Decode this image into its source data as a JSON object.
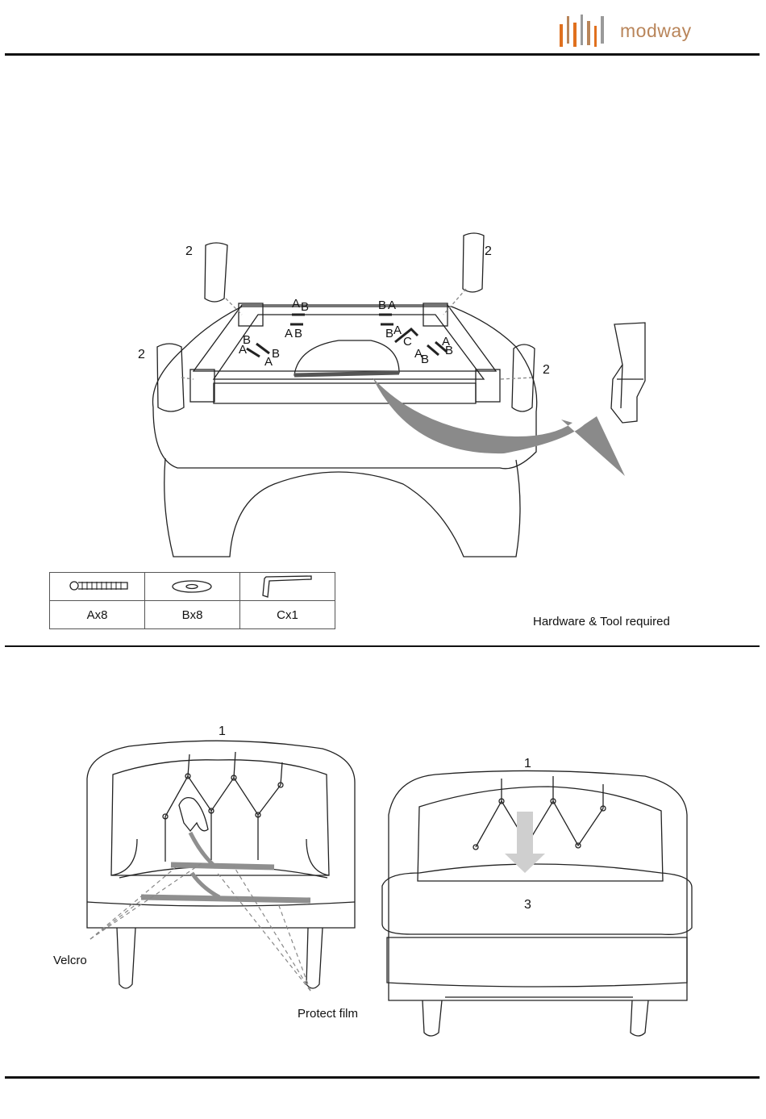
{
  "header": {
    "brand": "modway",
    "brand_color": "#b9855a",
    "logo_bar_colors": [
      "#e0701e",
      "#b9855a",
      "#9a9a9a"
    ]
  },
  "step1": {
    "leg_callouts": [
      "2",
      "2",
      "2",
      "2"
    ],
    "hardware_letters": {
      "top_left": [
        "A",
        "B",
        "A",
        "B"
      ],
      "top_right": [
        "B",
        "A",
        "B",
        "A"
      ],
      "left": [
        "B",
        "A",
        "A",
        "B"
      ],
      "right": [
        "A",
        "B",
        "A",
        "B"
      ],
      "tool": "C"
    },
    "hardware_table": {
      "items": [
        {
          "icon": "bolt-icon",
          "label": "Ax8"
        },
        {
          "icon": "washer-icon",
          "label": "Bx8"
        },
        {
          "icon": "allen-key-icon",
          "label": "Cx1"
        }
      ]
    },
    "caption": "Hardware & Tool required"
  },
  "step2": {
    "left_callout": "1",
    "right_callout": "1",
    "cushion_callout": "3",
    "velcro_label": "Velcro",
    "protect_film_label": "Protect film"
  }
}
